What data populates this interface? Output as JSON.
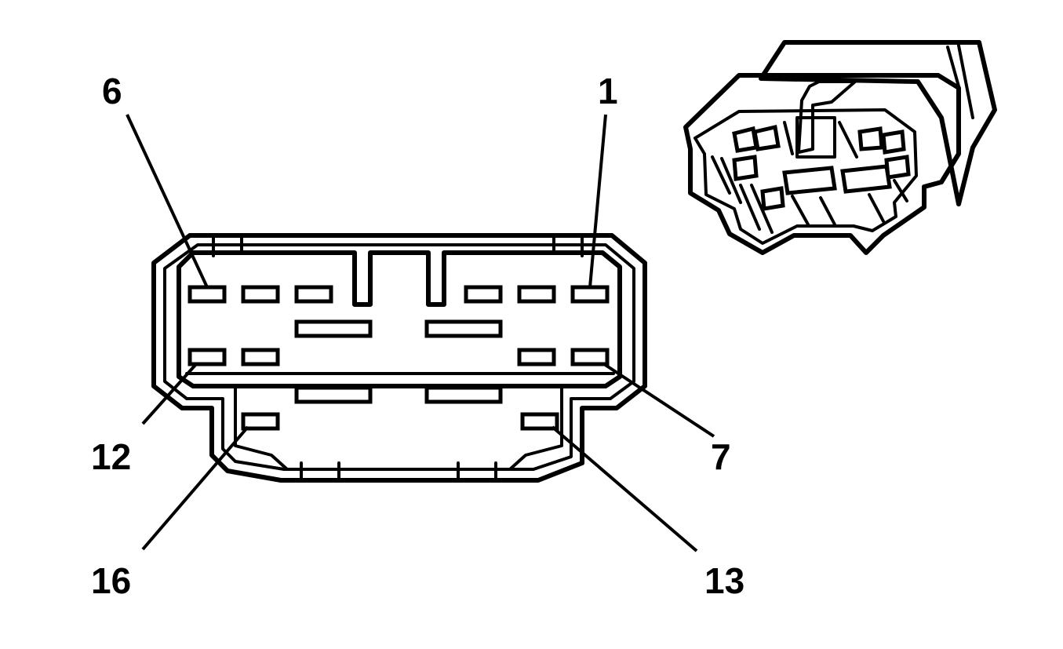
{
  "diagram": {
    "pin_labels": {
      "pin_6": "6",
      "pin_1": "1",
      "pin_12": "12",
      "pin_7": "7",
      "pin_16": "16",
      "pin_13": "13"
    }
  }
}
